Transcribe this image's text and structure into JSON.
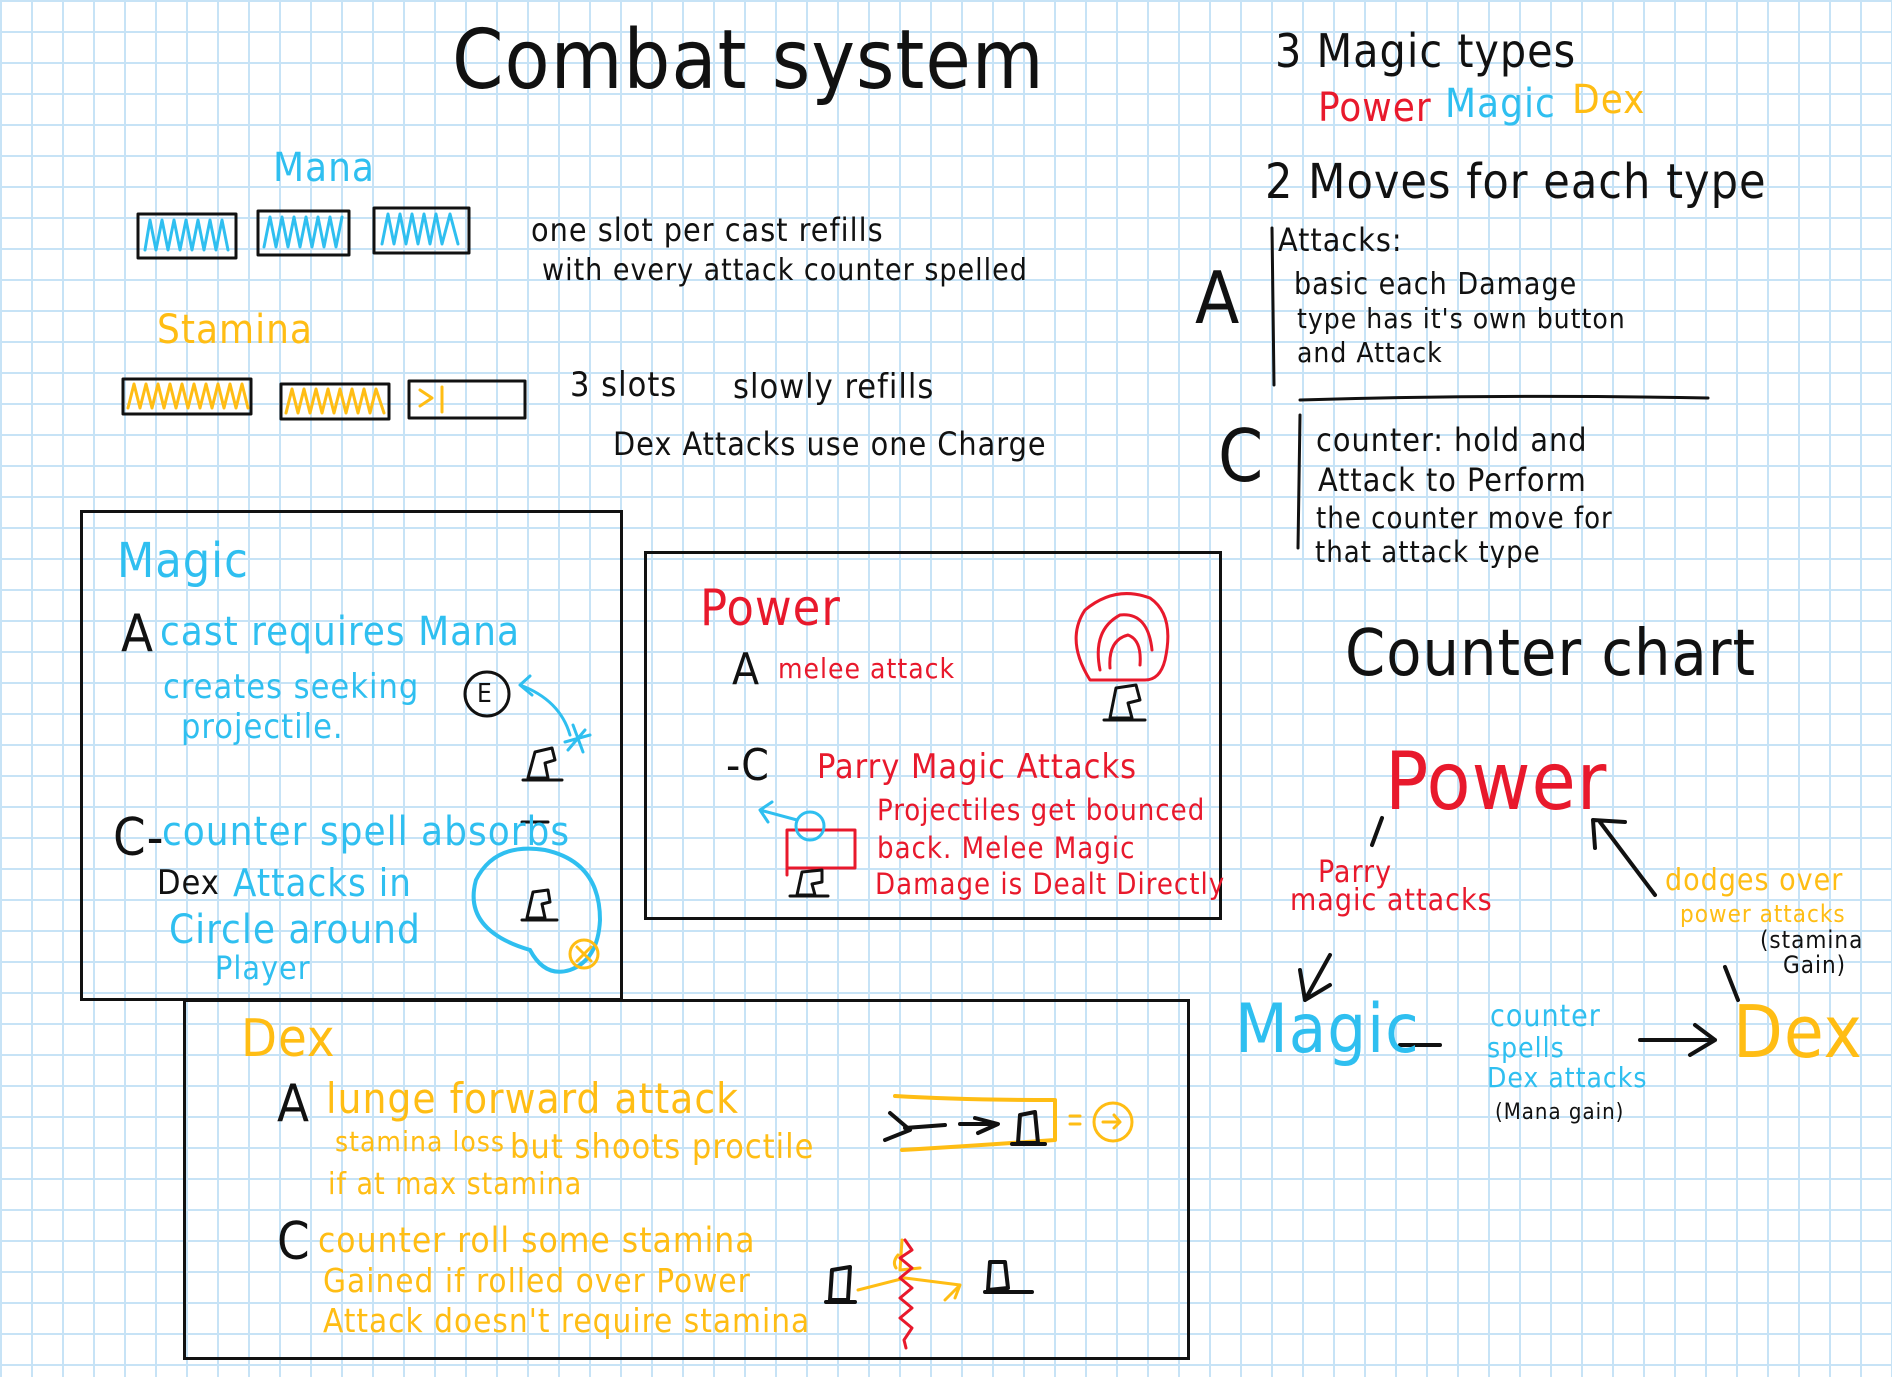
{
  "title": "Combat system",
  "resources": {
    "mana_label": "Mana",
    "mana_note": [
      "one slot per cast refills",
      "with every attack counter spelled"
    ],
    "mana_slots_filled": 3,
    "stamina_label": "Stamina",
    "stamina_note": [
      "3 slots",
      "slowly refills",
      "Dex Attacks use one Charge"
    ],
    "stamina_slots_filled": 2,
    "stamina_slots_total": 3
  },
  "magic_types": {
    "heading": "3 Magic types",
    "types": [
      "Power",
      "Magic",
      "Dex"
    ]
  },
  "moves": {
    "heading": "2 Moves for each type",
    "attack_letter": "A",
    "attack_title": "Attacks:",
    "attack_lines": [
      "basic each Damage",
      "type has it's own button",
      "and Attack"
    ],
    "counter_letter": "C",
    "counter_lines": [
      "counter: hold and",
      "Attack to Perform",
      "the counter move for",
      "that attack type"
    ]
  },
  "magic_box": {
    "title": "Magic",
    "a_letter": "A",
    "a_text": "cast requires Mana",
    "a_lines": [
      "creates seeking",
      "projectile."
    ],
    "enemy_label": "E",
    "c_letter": "C-",
    "c_text": "counter spell absorbs",
    "c_dex": "Dex",
    "c_lines": [
      "Attacks in",
      "Circle around",
      "Player"
    ]
  },
  "power_box": {
    "title": "Power",
    "a_letter": "A",
    "a_text": "melee attack",
    "c_letter": "-C",
    "c_text": "Parry Magic Attacks",
    "c_lines": [
      "Projectiles get bounced",
      "back. Melee Magic",
      "Damage is Dealt Directly"
    ]
  },
  "dex_box": {
    "title": "Dex",
    "a_letter": "A",
    "a_text": "lunge forward attack",
    "a_lines": [
      "stamina loss",
      "but shoots proctile",
      "if at max stamina"
    ],
    "c_letter": "C",
    "c_lines": [
      "counter roll some stamina",
      "Gained if rolled over Power",
      "Attack doesn't require stamina"
    ]
  },
  "counter_chart": {
    "title": "Counter chart",
    "nodes": {
      "power": "Power",
      "magic": "Magic",
      "dex": "Dex"
    },
    "edges": {
      "power_magic": [
        "Parry",
        "magic attacks"
      ],
      "dex_power": [
        "dodges over",
        "power attacks"
      ],
      "dex_power_note": [
        "(stamina",
        "Gain)"
      ],
      "magic_dex": [
        "counter",
        "spells",
        "Dex attacks"
      ],
      "magic_dex_note": "(Mana gain)"
    }
  },
  "colors": {
    "power": "#e8192c",
    "magic": "#2fbff0",
    "dex": "#ffbd14",
    "ink": "#111111"
  }
}
